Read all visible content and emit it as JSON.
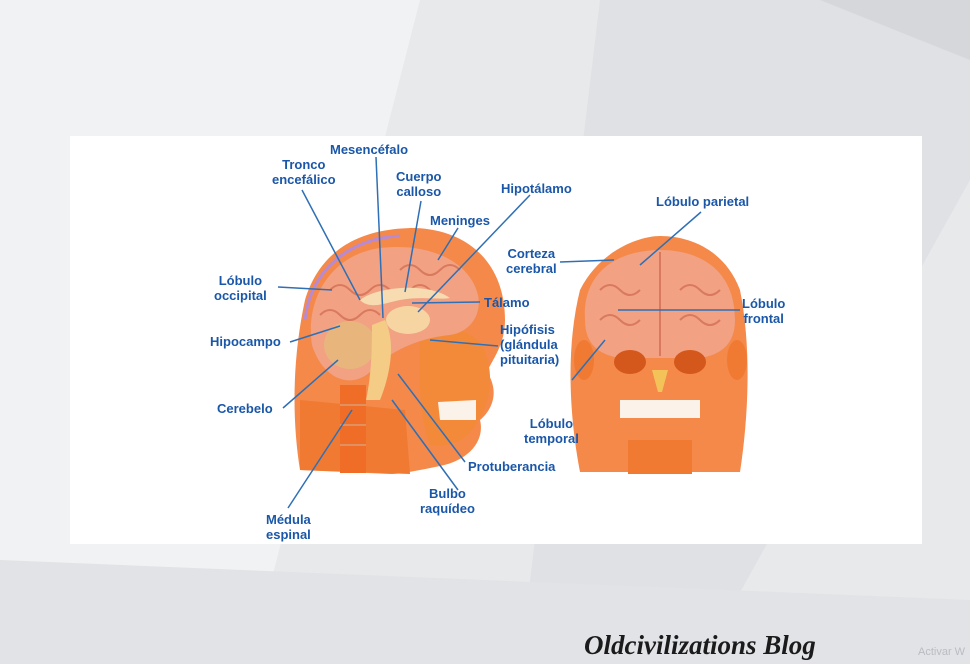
{
  "labels": {
    "mesencefalo": "Mesencéfalo",
    "tronco_1": "Tronco",
    "tronco_2": "encefálico",
    "cuerpo_1": "Cuerpo",
    "cuerpo_2": "calloso",
    "hipotalamo": "Hipotálamo",
    "meninges": "Meninges",
    "occipital_1": "Lóbulo",
    "occipital_2": "occipital",
    "hipocampo": "Hipocampo",
    "talamo": "Tálamo",
    "hipofisis_1": "Hipófisis",
    "hipofisis_2": "(glándula",
    "hipofisis_3": "pituitaria)",
    "cerebelo": "Cerebelo",
    "protuberancia": "Protuberancia",
    "bulbo_1": "Bulbo",
    "bulbo_2": "raquídeo",
    "medula_1": "Médula",
    "medula_2": "espinal",
    "parietal": "Lóbulo parietal",
    "corteza_1": "Corteza",
    "corteza_2": "cerebral",
    "frontal_1": "Lóbulo",
    "frontal_2": "frontal",
    "temporal_1": "Lóbulo",
    "temporal_2": "temporal"
  },
  "footer": {
    "blog_title": "Oldcivilizations Blog",
    "watermark": "Activar W"
  },
  "colors": {
    "label": "#1a57a8",
    "line": "#2f6fb5",
    "skin": "#f08a2c",
    "brain": "#f2a183"
  }
}
